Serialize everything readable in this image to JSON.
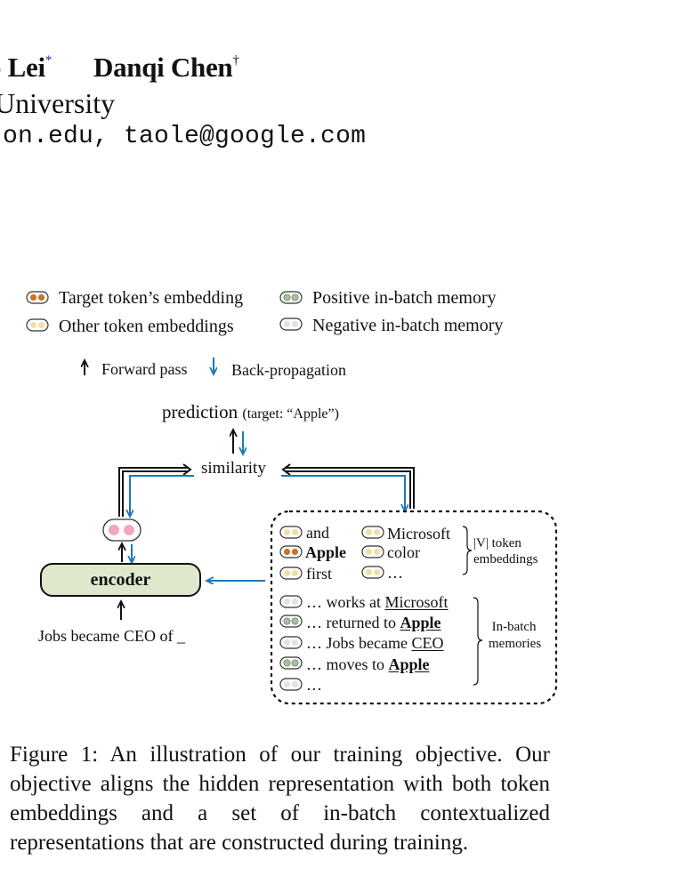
{
  "header": {
    "author_1": "o Lei",
    "author_1_mark": "*",
    "author_2": "Danqi Chen",
    "author_2_mark": "†",
    "affiliation": "University",
    "emails": "ton.edu, taole@google.com"
  },
  "figure": {
    "legend": {
      "target": "Target token’s embedding",
      "positive": "Positive in-batch memory",
      "other": "Other token embeddings",
      "negative": "Negative in-batch memory",
      "forward": "Forward pass",
      "backward": "Back-propagation"
    },
    "prediction": "prediction",
    "prediction_target": "(target: “Apple”)",
    "similarity": "similarity",
    "encoder": "encoder",
    "input_text": "Jobs became CEO of _",
    "vocab_left": [
      "and",
      "Apple",
      "first"
    ],
    "vocab_right": [
      "Microsoft",
      "color",
      "…"
    ],
    "vocab_brace_label": [
      "|V| token",
      "embeddings"
    ],
    "memories": [
      {
        "prefix": "… works at ",
        "word": "Microsoft"
      },
      {
        "prefix": "… returned to ",
        "word": "Apple"
      },
      {
        "prefix": "… Jobs became ",
        "word": "CEO"
      },
      {
        "prefix": "… moves to ",
        "word": "Apple"
      },
      {
        "prefix": "…",
        "word": ""
      }
    ],
    "memory_brace_label": [
      "In-batch",
      "memories"
    ],
    "colors": {
      "target_dot": "#c8742a",
      "other_dot": "#f3dfa5",
      "positive_dot": "#a9bfa2",
      "negative_dot": "#dde6d8",
      "hidden_dot": "#f2a7bd",
      "encoder_fill": "#dfe8cd",
      "arrow_blue": "#1f77b4"
    }
  },
  "caption": "Figure 1: An illustration of our training objective. Our objective aligns the hidden representation with both token embeddings and a set of in-batch contextualized representations that are constructed during training."
}
